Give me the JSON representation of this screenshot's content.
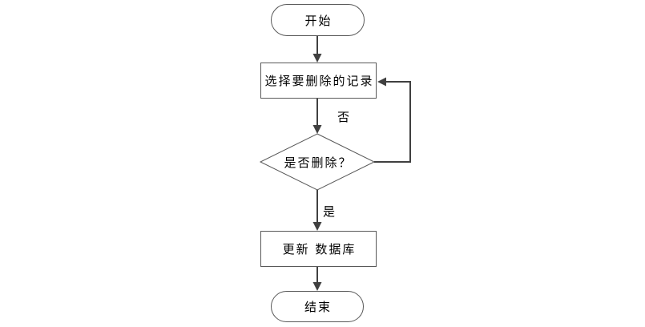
{
  "diagram": {
    "type": "flowchart",
    "colors": {
      "connector": "#404040",
      "border": "#595959",
      "text": "#000000",
      "fill": "#ffffff"
    },
    "nodes": {
      "start": {
        "shape": "terminator",
        "label": "开始"
      },
      "select": {
        "shape": "process",
        "label": "选择要删除的记录"
      },
      "decision": {
        "shape": "decision",
        "label": "是否删除？"
      },
      "update": {
        "shape": "process",
        "label": "更新 数据库"
      },
      "end": {
        "shape": "terminator",
        "label": "结束"
      }
    },
    "edges": [
      {
        "from": "start",
        "to": "select",
        "label": ""
      },
      {
        "from": "select",
        "to": "decision",
        "label": ""
      },
      {
        "from": "decision",
        "to": "select",
        "label": "否"
      },
      {
        "from": "decision",
        "to": "update",
        "label": "是"
      },
      {
        "from": "update",
        "to": "end",
        "label": ""
      }
    ]
  }
}
